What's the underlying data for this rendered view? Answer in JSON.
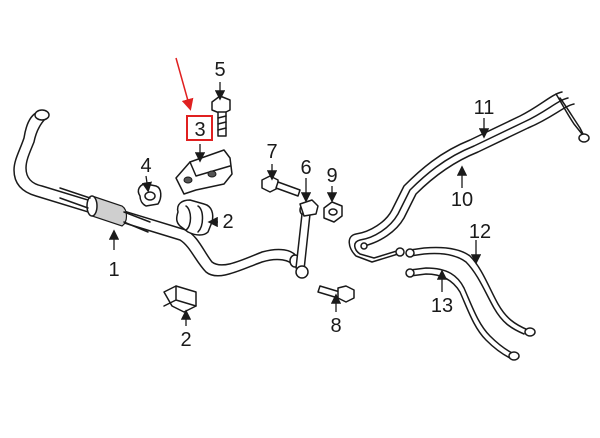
{
  "callouts": {
    "c1": "1",
    "c2a": "2",
    "c2b": "2",
    "c3": "3",
    "c4": "4",
    "c5": "5",
    "c6": "6",
    "c7": "7",
    "c8": "8",
    "c9": "9",
    "c10": "10",
    "c11": "11",
    "c12": "12",
    "c13": "13"
  },
  "highlight": {
    "part": "3",
    "color": "#e02020"
  }
}
